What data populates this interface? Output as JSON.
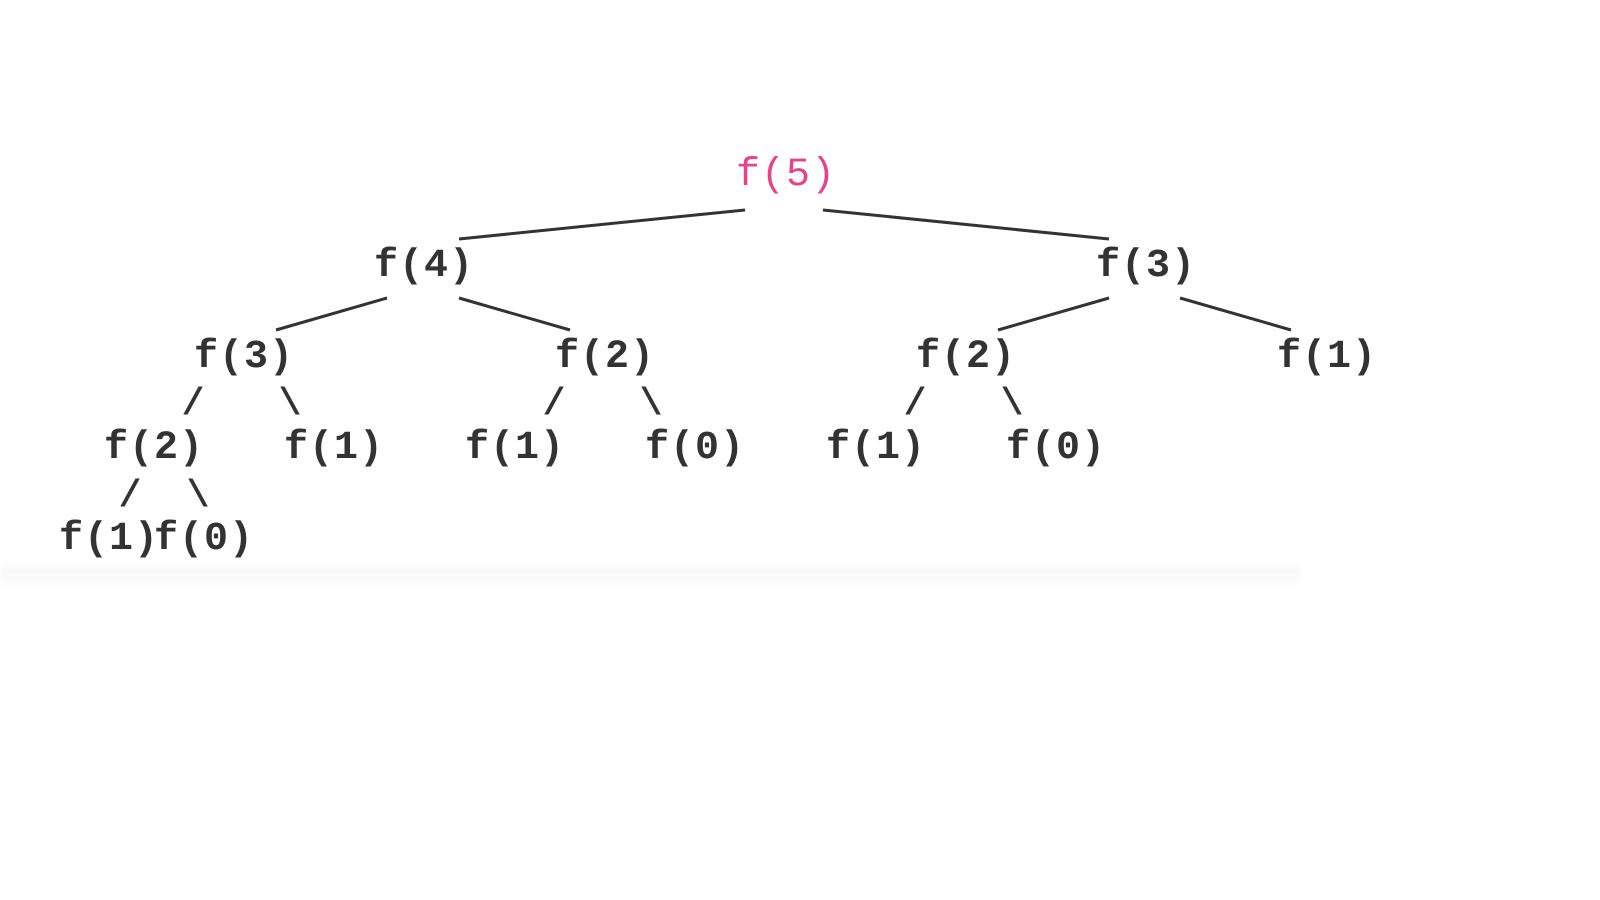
{
  "colors": {
    "root": "#e8438a",
    "node": "#333333",
    "edge": "#333333"
  },
  "tree": {
    "root": "f(5)",
    "l1_left": "f(4)",
    "l1_right": "f(3)",
    "l2_a": "f(3)",
    "l2_b": "f(2)",
    "l2_c": "f(2)",
    "l2_d": "f(1)",
    "l3_a": "f(2)",
    "l3_b": "f(1)",
    "l3_c": "f(1)",
    "l3_d": "f(0)",
    "l3_e": "f(1)",
    "l3_f": "f(0)",
    "l4_a": "f(1)",
    "l4_b": "f(0)"
  },
  "connectors": {
    "forward": "/",
    "back": "\\"
  }
}
